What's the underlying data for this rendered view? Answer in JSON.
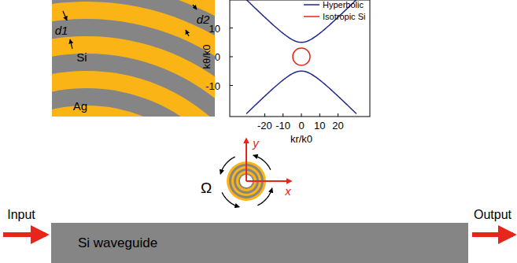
{
  "diagram": {
    "nodes": [
      {
        "text": [
          "Si waveguide"
        ]
      }
    ],
    "labels": [
      "d1",
      "d2",
      "Si",
      "Ag",
      "10",
      "0",
      "-10",
      "-20",
      "-10",
      "0",
      "10",
      "20",
      "kθ/k0",
      "kr/k0",
      "y",
      "x",
      "Ω",
      "Input",
      "Output"
    ],
    "legend": [
      {
        "text": "Hyperbolic"
      },
      {
        "text": "Isotropic Si"
      }
    ]
  }
}
